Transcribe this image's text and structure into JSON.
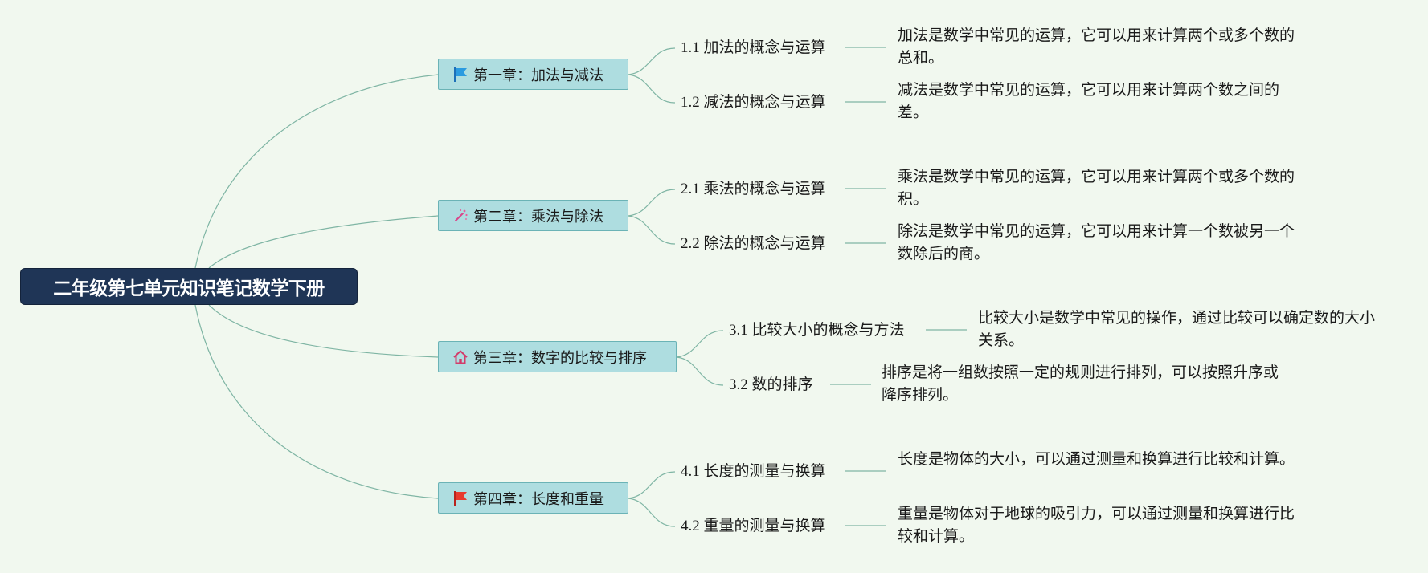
{
  "root": {
    "title": "二年级第七单元知识笔记数学下册"
  },
  "chapters": [
    {
      "title": "第一章：加法与减法",
      "icon": "blue-flag-icon",
      "topics": [
        {
          "title": "1.1 加法的概念与运算",
          "desc": "加法是数学中常见的运算，它可以用来计算两个或多个数的总和。"
        },
        {
          "title": "1.2 减法的概念与运算",
          "desc": "减法是数学中常见的运算，它可以用来计算两个数之间的差。"
        }
      ]
    },
    {
      "title": "第二章：乘法与除法",
      "icon": "magic-wand-icon",
      "topics": [
        {
          "title": "2.1 乘法的概念与运算",
          "desc": "乘法是数学中常见的运算，它可以用来计算两个或多个数的积。"
        },
        {
          "title": "2.2 除法的概念与运算",
          "desc": "除法是数学中常见的运算，它可以用来计算一个数被另一个数除后的商。"
        }
      ]
    },
    {
      "title": "第三章：数字的比较与排序",
      "icon": "home-icon",
      "topics": [
        {
          "title": "3.1 比较大小的概念与方法",
          "desc": "比较大小是数学中常见的操作，通过比较可以确定数的大小关系。"
        },
        {
          "title": "3.2 数的排序",
          "desc": "排序是将一组数按照一定的规则进行排列，可以按照升序或降序排列。"
        }
      ]
    },
    {
      "title": "第四章：长度和重量",
      "icon": "red-flag-icon",
      "topics": [
        {
          "title": "4.1 长度的测量与换算",
          "desc": "长度是物体的大小，可以通过测量和换算进行比较和计算。"
        },
        {
          "title": "4.2 重量的测量与换算",
          "desc": "重量是物体对于地球的吸引力，可以通过测量和换算进行比较和计算。"
        }
      ]
    }
  ],
  "colors": {
    "background": "#f1f8ef",
    "root": "#1f3556",
    "chapter": "#aedde0",
    "chapter_border": "#6bb3b6",
    "line": "#7fb5a4"
  }
}
